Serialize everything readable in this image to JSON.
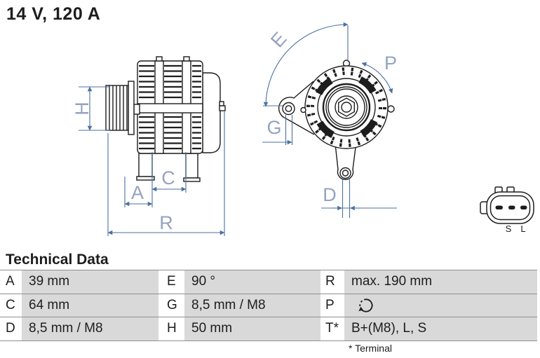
{
  "header": {
    "title": "14 V, 120 A"
  },
  "diagram": {
    "side_view": {
      "dimensions": {
        "h": "H",
        "a": "A",
        "c": "C",
        "r": "R"
      }
    },
    "front_view": {
      "dimensions": {
        "e": "E",
        "p": "P",
        "g": "G",
        "d": "D"
      }
    },
    "connector": {
      "pin_labels": {
        "s": "S",
        "l": "L"
      }
    }
  },
  "technical_data": {
    "title": "Technical Data",
    "rows": [
      [
        {
          "key": "A",
          "value": "39 mm"
        },
        {
          "key": "E",
          "value": "90 °"
        },
        {
          "key": "R",
          "value": "max. 190 mm"
        }
      ],
      [
        {
          "key": "C",
          "value": "64 mm"
        },
        {
          "key": "G",
          "value": "8,5 mm / M8"
        },
        {
          "key": "P",
          "value": "",
          "icon": "rotation-direction-icon"
        }
      ],
      [
        {
          "key": "D",
          "value": "8,5 mm / M8"
        },
        {
          "key": "H",
          "value": "50 mm"
        },
        {
          "key": "T*",
          "value": "B+(M8), L, S"
        }
      ]
    ],
    "footnote": "* Terminal"
  },
  "colors": {
    "dimension_line": "#4c6fa1",
    "dimension_label": "#94a3c0",
    "drawing_line": "#1d1d1d",
    "table_row_bg": "#d9d9d9",
    "table_rule": "#8f8f8f"
  }
}
